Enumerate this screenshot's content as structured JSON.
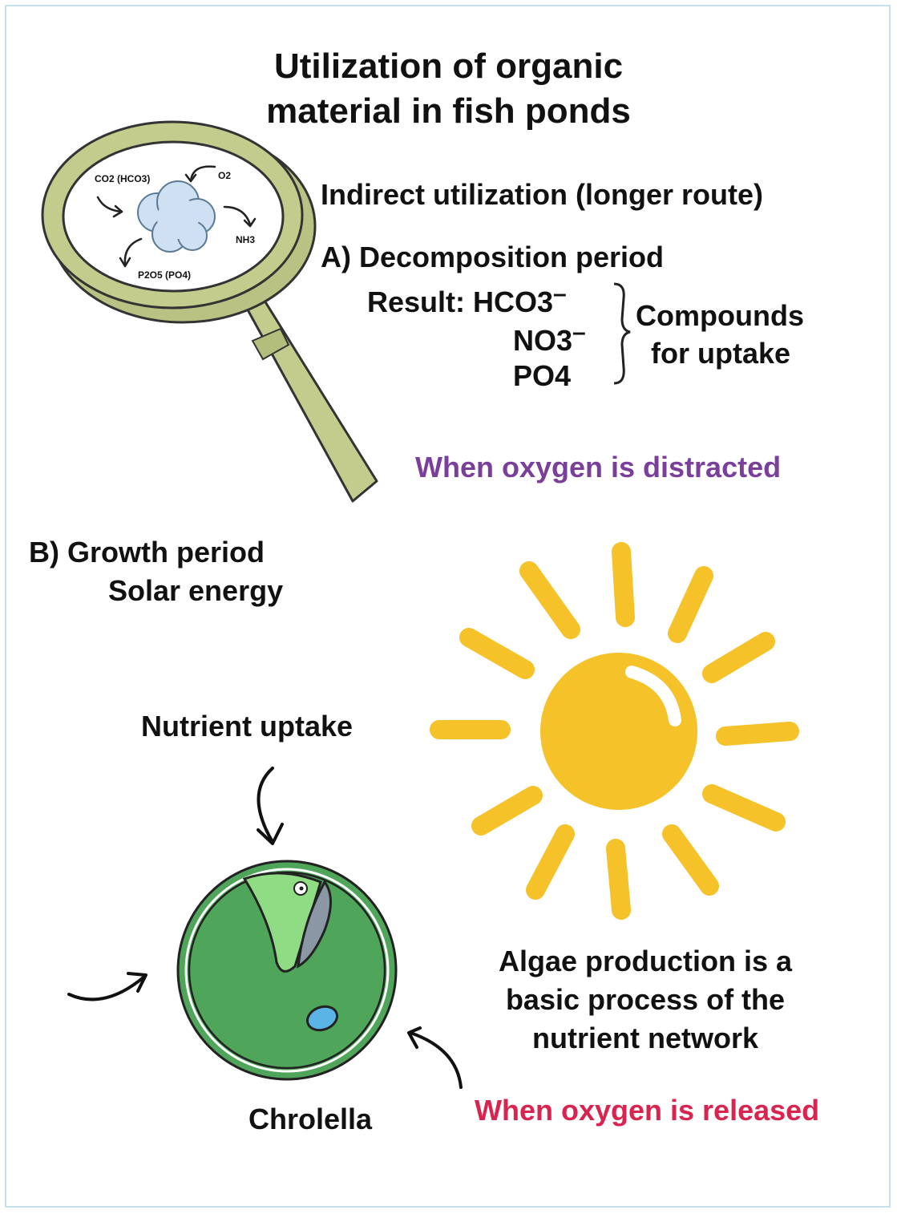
{
  "title": {
    "line1": "Utilization of organic",
    "line2": "material in fish ponds"
  },
  "magnifier": {
    "co2": "CO2 (HCO3)",
    "o2": "O2",
    "nh3": "NH3",
    "p2o5": "P2O5 (PO4)"
  },
  "indirect": {
    "heading": "Indirect utilization (longer route)",
    "decomposition": "A) Decomposition period",
    "result_label": "Result: ",
    "hco3": "HCO3",
    "no3": "NO3",
    "po4": "PO4",
    "charge": "–",
    "compounds": "Compounds",
    "for_uptake": "for uptake",
    "oxygen_distracted": "When oxygen is distracted"
  },
  "growth": {
    "heading": "B) Growth period",
    "solar": "Solar energy",
    "nutrient_uptake": "Nutrient uptake",
    "chlorella": "Chrolella",
    "algae_line1": "Algae production is a",
    "algae_line2": "basic process of the",
    "algae_line3": "nutrient network",
    "oxygen_released": "When oxygen is released"
  },
  "colors": {
    "magnifier": "#c3cc8c",
    "sun": "#f5c22a",
    "cell_outer": "#4fa55a",
    "cell_inner": "#62b86b",
    "chloroplast": "#8fdc84",
    "oxygen_distracted": "#7a3f9a",
    "oxygen_released": "#d8244f"
  }
}
